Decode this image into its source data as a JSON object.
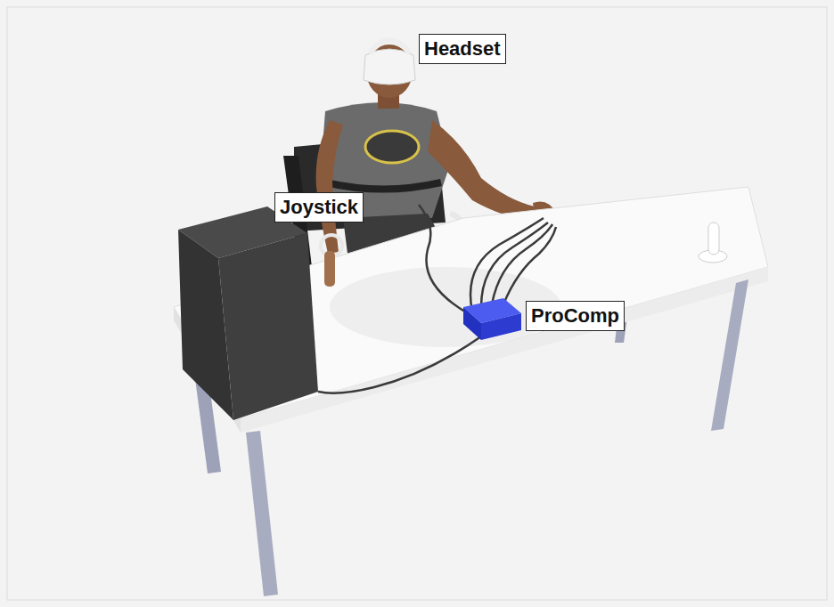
{
  "diagram": {
    "labels": [
      "Headset",
      "Joystick",
      "ProComp"
    ]
  }
}
